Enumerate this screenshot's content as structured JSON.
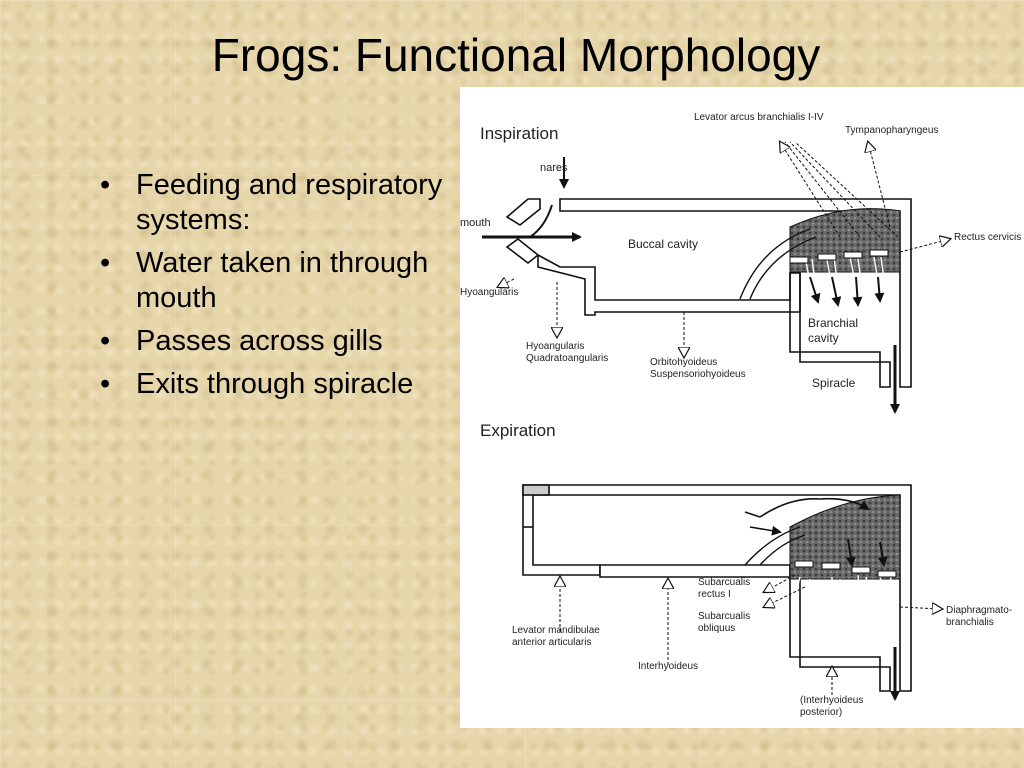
{
  "slide": {
    "title": "Frogs: Functional Morphology",
    "bullets": [
      "Feeding and respiratory systems:",
      "Water taken in through mouth",
      "Passes across gills",
      "Exits through spiracle"
    ],
    "bullet_glyph": "•"
  },
  "figure": {
    "inspiration": {
      "heading": "Inspiration",
      "labels": {
        "nares": "nares",
        "mouth": "mouth",
        "hyoangularis_left": "Hyoangularis",
        "buccal_cavity": "Buccal cavity",
        "levator_arcus": "Levator arcus branchialis I-IV",
        "tympanopharyngeus": "Tympanopharyngeus",
        "rectus_cervicis": "Rectus cervicis",
        "hyoangularis": "Hyoangularis",
        "quadratoangularis": "Quadratoangularis",
        "orbitohyoideus": "Orbitohyoideus",
        "suspensoriohyoideus": "Suspensoriohyoideus",
        "branchial": "Branchial",
        "cavity": "cavity",
        "spiracle": "Spiracle"
      }
    },
    "expiration": {
      "heading": "Expiration",
      "labels": {
        "subarcualis_rectus_1": "Subarcualis",
        "subarcualis_rectus_2": "rectus I",
        "subarcualis_obliquus_1": "Subarcualis",
        "subarcualis_obliquus_2": "obliquus",
        "diaphragmato_1": "Diaphragmato-",
        "diaphragmato_2": "branchialis",
        "levator_mandibulae_1": "Levator mandibulae",
        "levator_mandibulae_2": "anterior articularis",
        "interhyoideus": "Interhyoideus",
        "interhyoideus_posterior_1": "(Interhyoideus",
        "interhyoideus_posterior_2": "posterior)"
      }
    },
    "colors": {
      "ink": "#111111",
      "gill_shading": "#5a5a5a"
    }
  }
}
